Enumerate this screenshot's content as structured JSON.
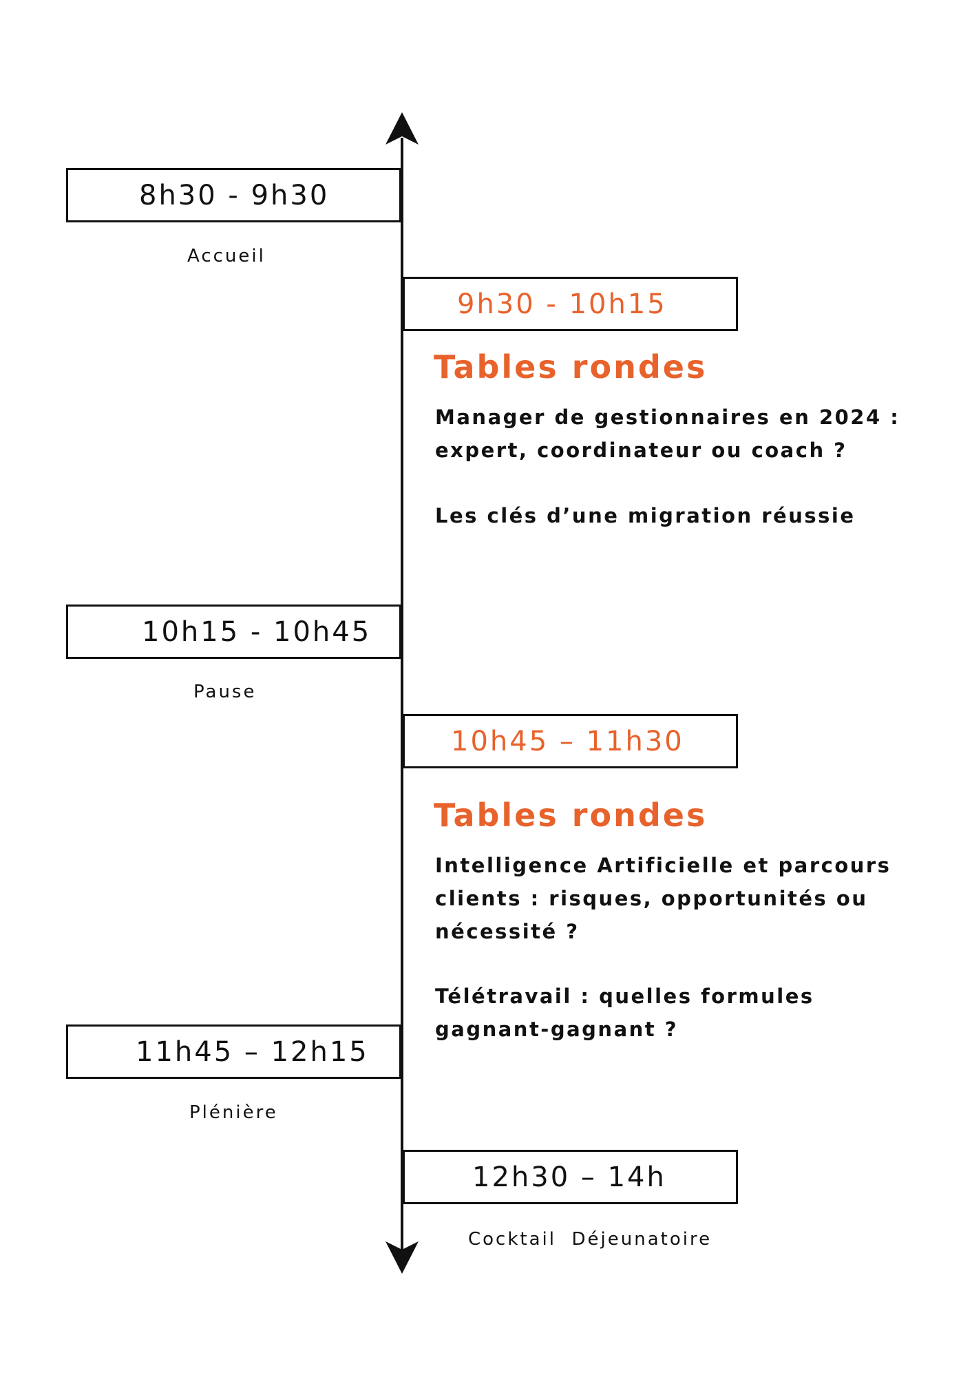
{
  "schedule": {
    "slot1": {
      "time": "8h30 - 9h30",
      "label": "Accueil"
    },
    "slot2": {
      "time": "9h30 - 10h15",
      "title": "Tables rondes",
      "topics": [
        "Manager de gestionnaires en 2024 : expert, coordinateur ou coach ?",
        "Les clés d’une migration réussie"
      ]
    },
    "slot3": {
      "time": "10h15 - 10h45",
      "label": "Pause"
    },
    "slot4": {
      "time": "10h45 – 11h30",
      "title": "Tables rondes",
      "topics": [
        "Intelligence Artificielle et parcours clients : risques, opportunités ou nécessité ?",
        "Télétravail : quelles formules gagnant-gagnant ?"
      ]
    },
    "slot5": {
      "time": "11h45 – 12h15",
      "label": "Plénière"
    },
    "slot6": {
      "time": "12h30 – 14h",
      "label": "Cocktail  Déjeunatoire"
    }
  },
  "colors": {
    "accent": "#e8622c",
    "ink": "#111111"
  },
  "icons": {
    "top": "arrow-up-icon",
    "bottom": "arrow-down-icon"
  }
}
